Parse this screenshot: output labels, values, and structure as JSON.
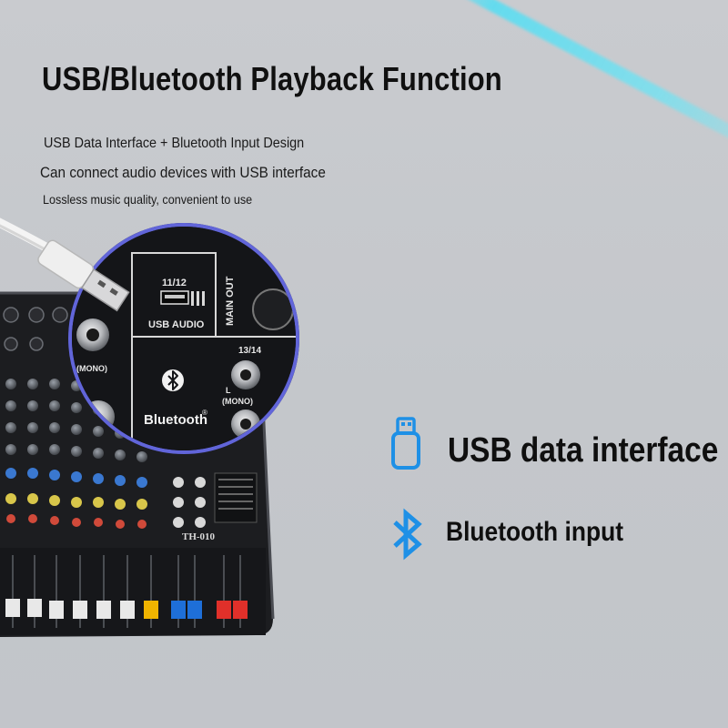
{
  "headline": "USB/Bluetooth Playback Function",
  "features": [
    "USB Data Interface + Bluetooth Input Design",
    "Can connect audio devices with USB interface",
    "Lossless music quality, convenient to use"
  ],
  "product_panel": {
    "usb_port_number": "11/12",
    "usb_port_label": "USB AUDIO",
    "main_out_label": "MAIN OUT",
    "jack_number": "13/14",
    "jack_label_left": "L",
    "jack_label_mono": "(MONO)",
    "left_jack_label": "(MONO)",
    "bluetooth_label": "Bluetooth",
    "bluetooth_mark": "®",
    "model": "TH-010"
  },
  "callouts": {
    "usb": {
      "label": "USB data interface",
      "icon": "usb-stick-icon"
    },
    "bluetooth": {
      "label": "Bluetooth input",
      "icon": "bluetooth-icon"
    }
  },
  "colors": {
    "accent_blue": "#1e90e6",
    "beam_cyan": "#5fdcf0",
    "mixer_body": "#1c1d20",
    "fader_yellow": "#f0b400",
    "fader_blue": "#1e6fd8",
    "fader_red": "#e0302a"
  }
}
